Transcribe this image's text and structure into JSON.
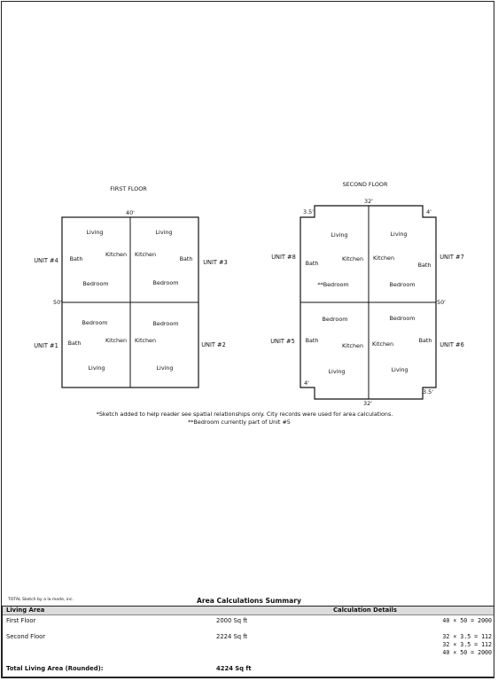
{
  "first_floor": {
    "title": "FIRST FLOOR",
    "width_label": "40'",
    "side_label": "50'",
    "units": {
      "unit4": "UNIT #4",
      "unit3": "UNIT #3",
      "unit1": "UNIT #1",
      "unit2": "UNIT #2"
    },
    "rooms": {
      "living": "Living",
      "kitchen": "Kitchen",
      "bath": "Bath",
      "bedroom": "Bedroom"
    }
  },
  "second_floor": {
    "title": "SECOND FLOOR",
    "width_label": "32'",
    "bottom_label": "32'",
    "notch_top_left": "3.5'",
    "notch_top_right": "4'",
    "notch_bottom_left": "4'",
    "notch_bottom_right": "3.5'",
    "side_label": "50'",
    "units": {
      "unit8": "UNIT #8",
      "unit7": "UNIT #7",
      "unit5": "UNIT #5",
      "unit6": "UNIT #6"
    },
    "rooms": {
      "living": "Living",
      "kitchen": "Kitchen",
      "bath": "Bath",
      "bedroom": "Bedroom",
      "shared_bedroom": "**Bedroom"
    }
  },
  "notes": {
    "line1": "*Sketch added to help reader see spatial relationships only.  City records were used for area calculations.",
    "line2": "**Bedroom currently part of Unit #5"
  },
  "footer": {
    "credit": "TOTAL Sketch by a la mode, inc.",
    "summary_title": "Area Calculations Summary"
  },
  "summary": {
    "col_living_area": "Living Area",
    "col_calc_details": "Calculation Details",
    "rows": [
      {
        "label": "First Floor",
        "area": "2000 Sq ft",
        "calcs": [
          "40 × 50  =  2000"
        ]
      },
      {
        "label": "Second Floor",
        "area": "2224 Sq ft",
        "calcs": [
          "32 × 3.5 =    112",
          "32 × 3.5 =    112",
          "40 × 50  =  2000"
        ]
      }
    ],
    "total_label": "Total Living Area (Rounded):",
    "total_value": "4224 Sq ft"
  }
}
